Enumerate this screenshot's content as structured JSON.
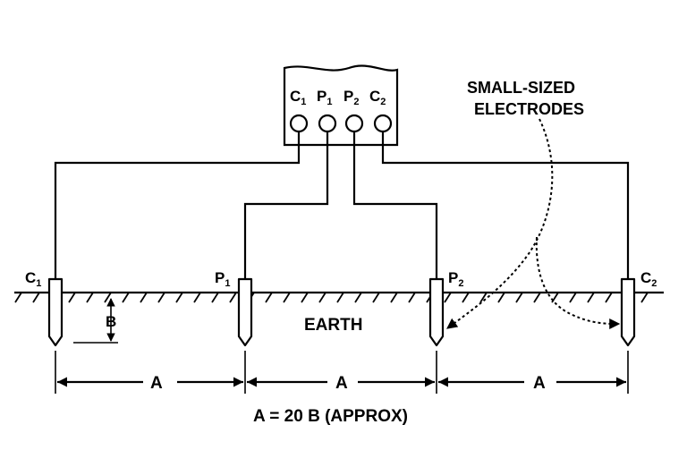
{
  "meter": {
    "terminals": [
      {
        "letter": "C",
        "sub": "1"
      },
      {
        "letter": "P",
        "sub": "1"
      },
      {
        "letter": "P",
        "sub": "2"
      },
      {
        "letter": "C",
        "sub": "2"
      }
    ]
  },
  "electrodes": [
    {
      "letter": "C",
      "sub": "1"
    },
    {
      "letter": "P",
      "sub": "1"
    },
    {
      "letter": "P",
      "sub": "2"
    },
    {
      "letter": "C",
      "sub": "2"
    }
  ],
  "callout": {
    "line1": "SMALL-SIZED",
    "line2": "ELECTRODES"
  },
  "earth_label": "EARTH",
  "depth_label": "B",
  "spacing_labels": [
    "A",
    "A",
    "A"
  ],
  "formula": "A = 20 B (APPROX)"
}
